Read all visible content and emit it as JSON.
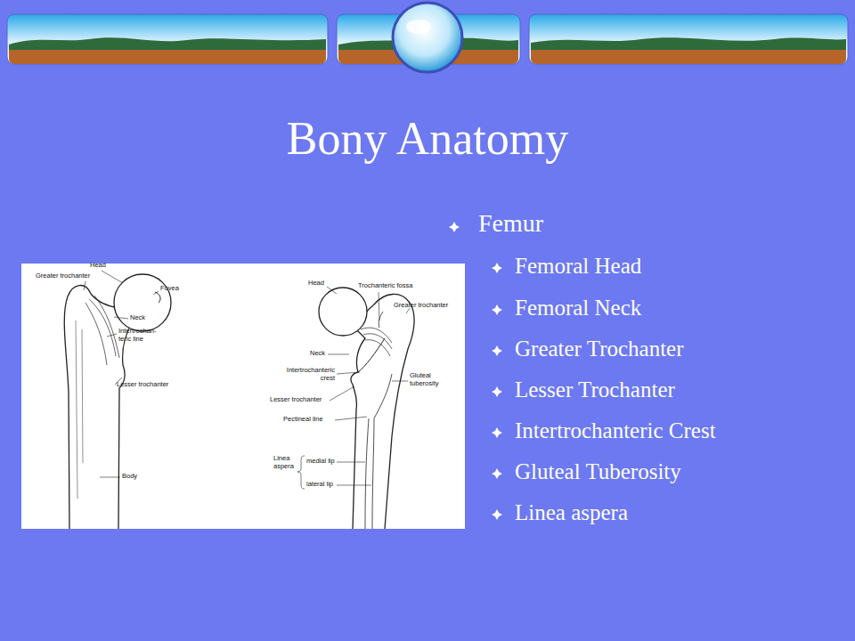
{
  "diagram": {
    "title": "Bony Anatomy",
    "labels": [
      "Femur",
      "Femoral Head",
      "Femoral Neck",
      "Greater Trochanter",
      "Lesser Trochanter",
      "Intertrochanteric Crest",
      "Gluteal Tuberosity",
      "Linea aspera",
      "Head",
      "Greater trochanter",
      "Fovea",
      "Neck",
      "Intertrochan- teric line",
      "Lesser trochanter",
      "Body",
      "Head",
      "Trochanteric fossa",
      "Greater trochanter",
      "Neck",
      "Intertrochanteric crest",
      "Lesser trochanter",
      "Gluteal tuberosity",
      "Pectineal line",
      "Linea aspera",
      "medial lip",
      "lateral lip"
    ]
  }
}
